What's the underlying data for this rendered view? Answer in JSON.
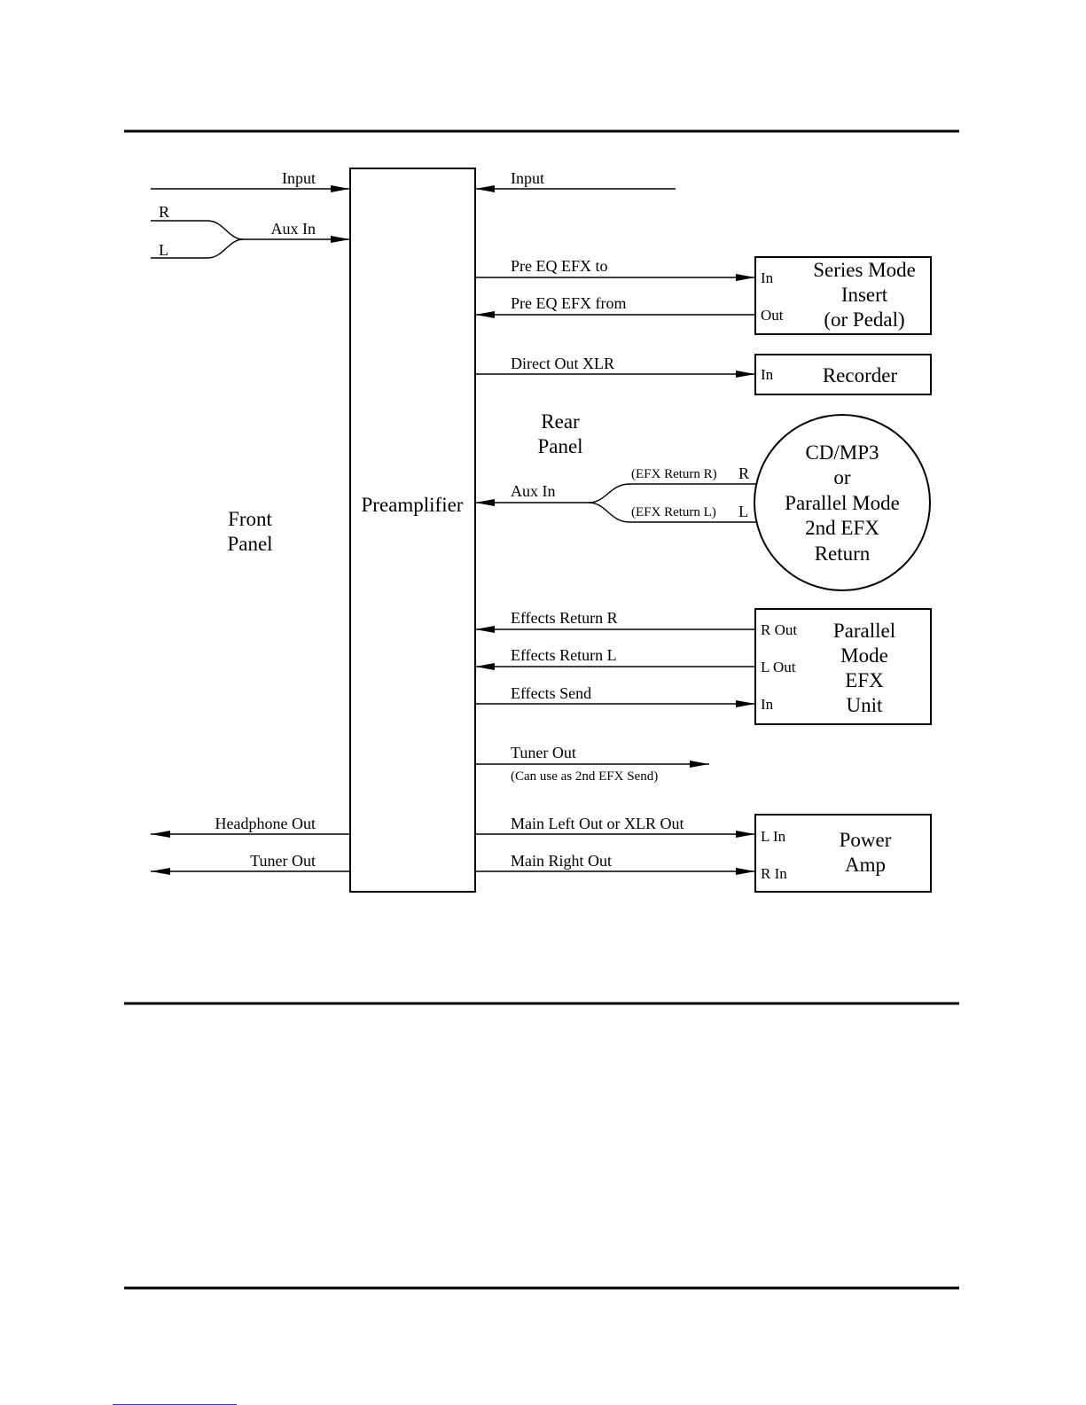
{
  "front_panel": {
    "label_line1": "Front",
    "label_line2": "Panel",
    "input": "Input",
    "aux_in": "Aux In",
    "aux_r": "R",
    "aux_l": "L",
    "headphone_out": "Headphone Out",
    "tuner_out": "Tuner Out"
  },
  "preamp": {
    "label": "Preamplifier"
  },
  "rear_panel": {
    "label_line1": "Rear",
    "label_line2": "Panel",
    "input": "Input",
    "pre_eq_to": "Pre EQ EFX to",
    "pre_eq_from": "Pre EQ EFX from",
    "direct_out": "Direct Out XLR",
    "aux_in": "Aux In",
    "efx_return_r": "(EFX Return R)",
    "efx_return_l": "(EFX Return L)",
    "effects_return_r": "Effects Return R",
    "effects_return_l": "Effects Return L",
    "effects_send": "Effects Send",
    "tuner_out": "Tuner Out",
    "tuner_note": "(Can use as 2nd EFX Send)",
    "main_left": "Main Left Out or XLR Out",
    "main_right": "Main Right Out"
  },
  "series_box": {
    "in": "In",
    "out": "Out",
    "line1": "Series Mode",
    "line2": "Insert",
    "line3": "(or Pedal)"
  },
  "recorder_box": {
    "in": "In",
    "label": "Recorder"
  },
  "cd_circle": {
    "r": "R",
    "l": "L",
    "line1": "CD/MP3",
    "line2": "or",
    "line3": "Parallel Mode",
    "line4": "2nd EFX",
    "line5": "Return"
  },
  "parallel_box": {
    "r_out": "R Out",
    "l_out": "L Out",
    "in": "In",
    "line1": "Parallel",
    "line2": "Mode",
    "line3": "EFX",
    "line4": "Unit"
  },
  "power_box": {
    "l_in": "L In",
    "r_in": "R In",
    "line1": "Power",
    "line2": "Amp"
  }
}
